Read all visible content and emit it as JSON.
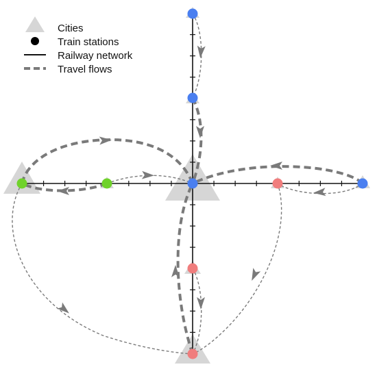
{
  "legend": {
    "cities": "Cities",
    "stations": "Train stations",
    "railway": "Railway network",
    "flows": "Travel flows"
  },
  "colors": {
    "city": "#d6d6d6",
    "rail": "#111111",
    "flow": "#7a7a7a",
    "blue": "#4a7ff0",
    "green": "#6fd22a",
    "red": "#f07d7d"
  }
}
